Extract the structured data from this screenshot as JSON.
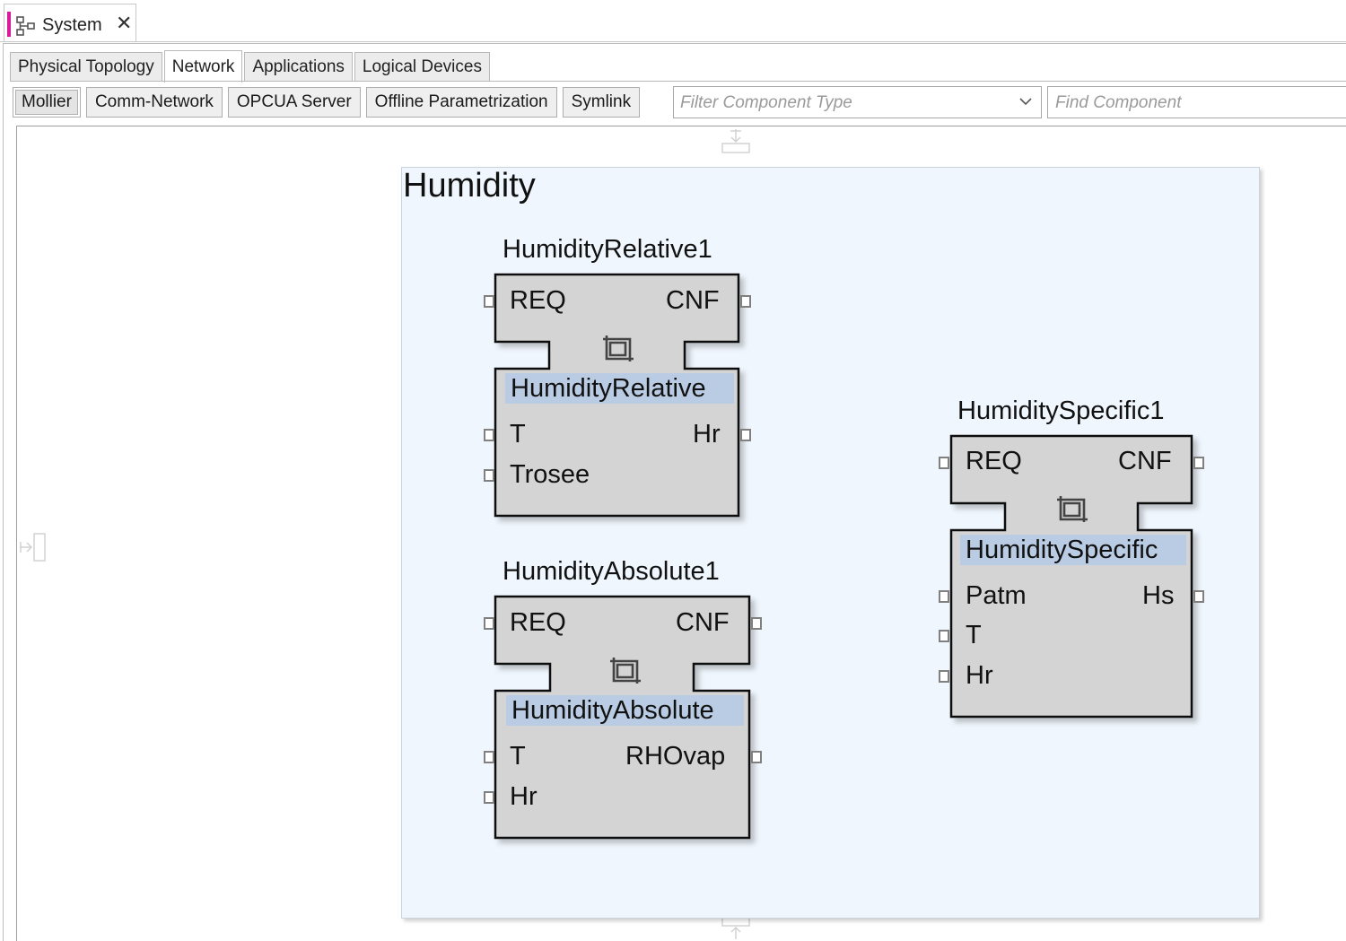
{
  "editor_tab": {
    "title": "System"
  },
  "view_tabs": [
    "Physical Topology",
    "Network",
    "Applications",
    "Logical Devices"
  ],
  "active_view_tab": "Network",
  "toolbar": {
    "buttons": [
      "Mollier",
      "Comm-Network",
      "OPCUA Server",
      "Offline Parametrization",
      "Symlink"
    ],
    "pressed": "Mollier",
    "filter_placeholder": "Filter Component Type",
    "find_placeholder": "Find Component"
  },
  "subapp": {
    "title": "Humidity"
  },
  "blocks": [
    {
      "instance": "HumidityRelative1",
      "type": "HumidityRelative",
      "events_in": "REQ",
      "events_out": "CNF",
      "inputs": [
        "T",
        "Trosee"
      ],
      "outputs": [
        "Hr"
      ]
    },
    {
      "instance": "HumidityAbsolute1",
      "type": "HumidityAbsolute",
      "events_in": "REQ",
      "events_out": "CNF",
      "inputs": [
        "T",
        "Hr"
      ],
      "outputs": [
        "RHOvap"
      ]
    },
    {
      "instance": "HumiditySpecific1",
      "type": "HumiditySpecific",
      "events_in": "REQ",
      "events_out": "CNF",
      "inputs": [
        "Patm",
        "T",
        "Hr"
      ],
      "outputs": [
        "Hs"
      ]
    }
  ],
  "colors": {
    "block_fill": "#d4d4d4",
    "type_band": "#b9cce3",
    "subapp_fill": "#eff6fd",
    "dirty_marker": "#d81b9a"
  }
}
